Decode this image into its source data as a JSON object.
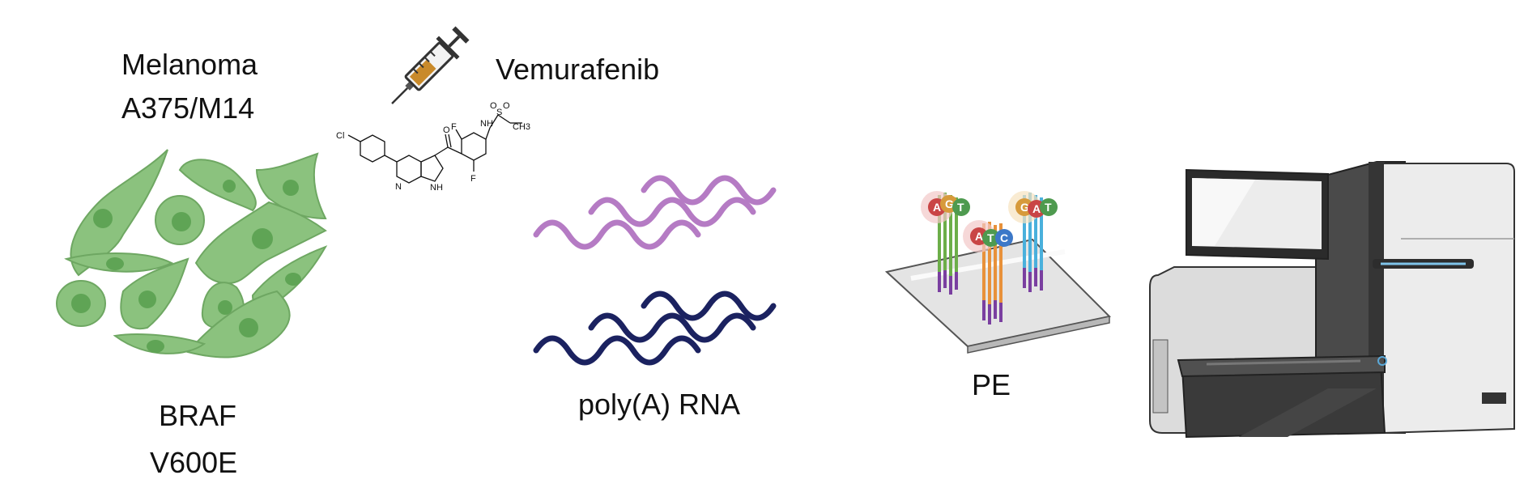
{
  "cells": {
    "line1": "Melanoma",
    "line2": "A375/M14",
    "mutation_line1": "BRAF",
    "mutation_line2": "V600E",
    "color": "#8bc27e"
  },
  "drug": {
    "name": "Vemurafenib",
    "icon": "syringe-icon",
    "structure_labels": {
      "cl": "Cl",
      "nh": "NH",
      "s": "S",
      "o1": "O",
      "o2": "O",
      "ch3": "CH3",
      "f1": "F",
      "f2": "F",
      "o3": "O",
      "n": "N",
      "nh2": "NH"
    }
  },
  "rna": {
    "label": "poly(A) RNA",
    "strand_colors": [
      "#b57bc4",
      "#1b2260"
    ]
  },
  "sequencing": {
    "label": "PE",
    "clusters": [
      {
        "bases": [
          "A",
          "G",
          "T"
        ],
        "strand_color": "#6cae49"
      },
      {
        "bases": [
          "A",
          "T",
          "C"
        ],
        "strand_color": "#e8913a"
      },
      {
        "bases": [
          "G",
          "A",
          "T"
        ],
        "strand_color": "#4ab0dc"
      }
    ],
    "base_colors": {
      "A": "#c94545",
      "G": "#d79a3b",
      "T": "#4e9a4f",
      "C": "#3c78c8"
    }
  },
  "sequencer": {
    "icon": "sequencer-icon"
  }
}
